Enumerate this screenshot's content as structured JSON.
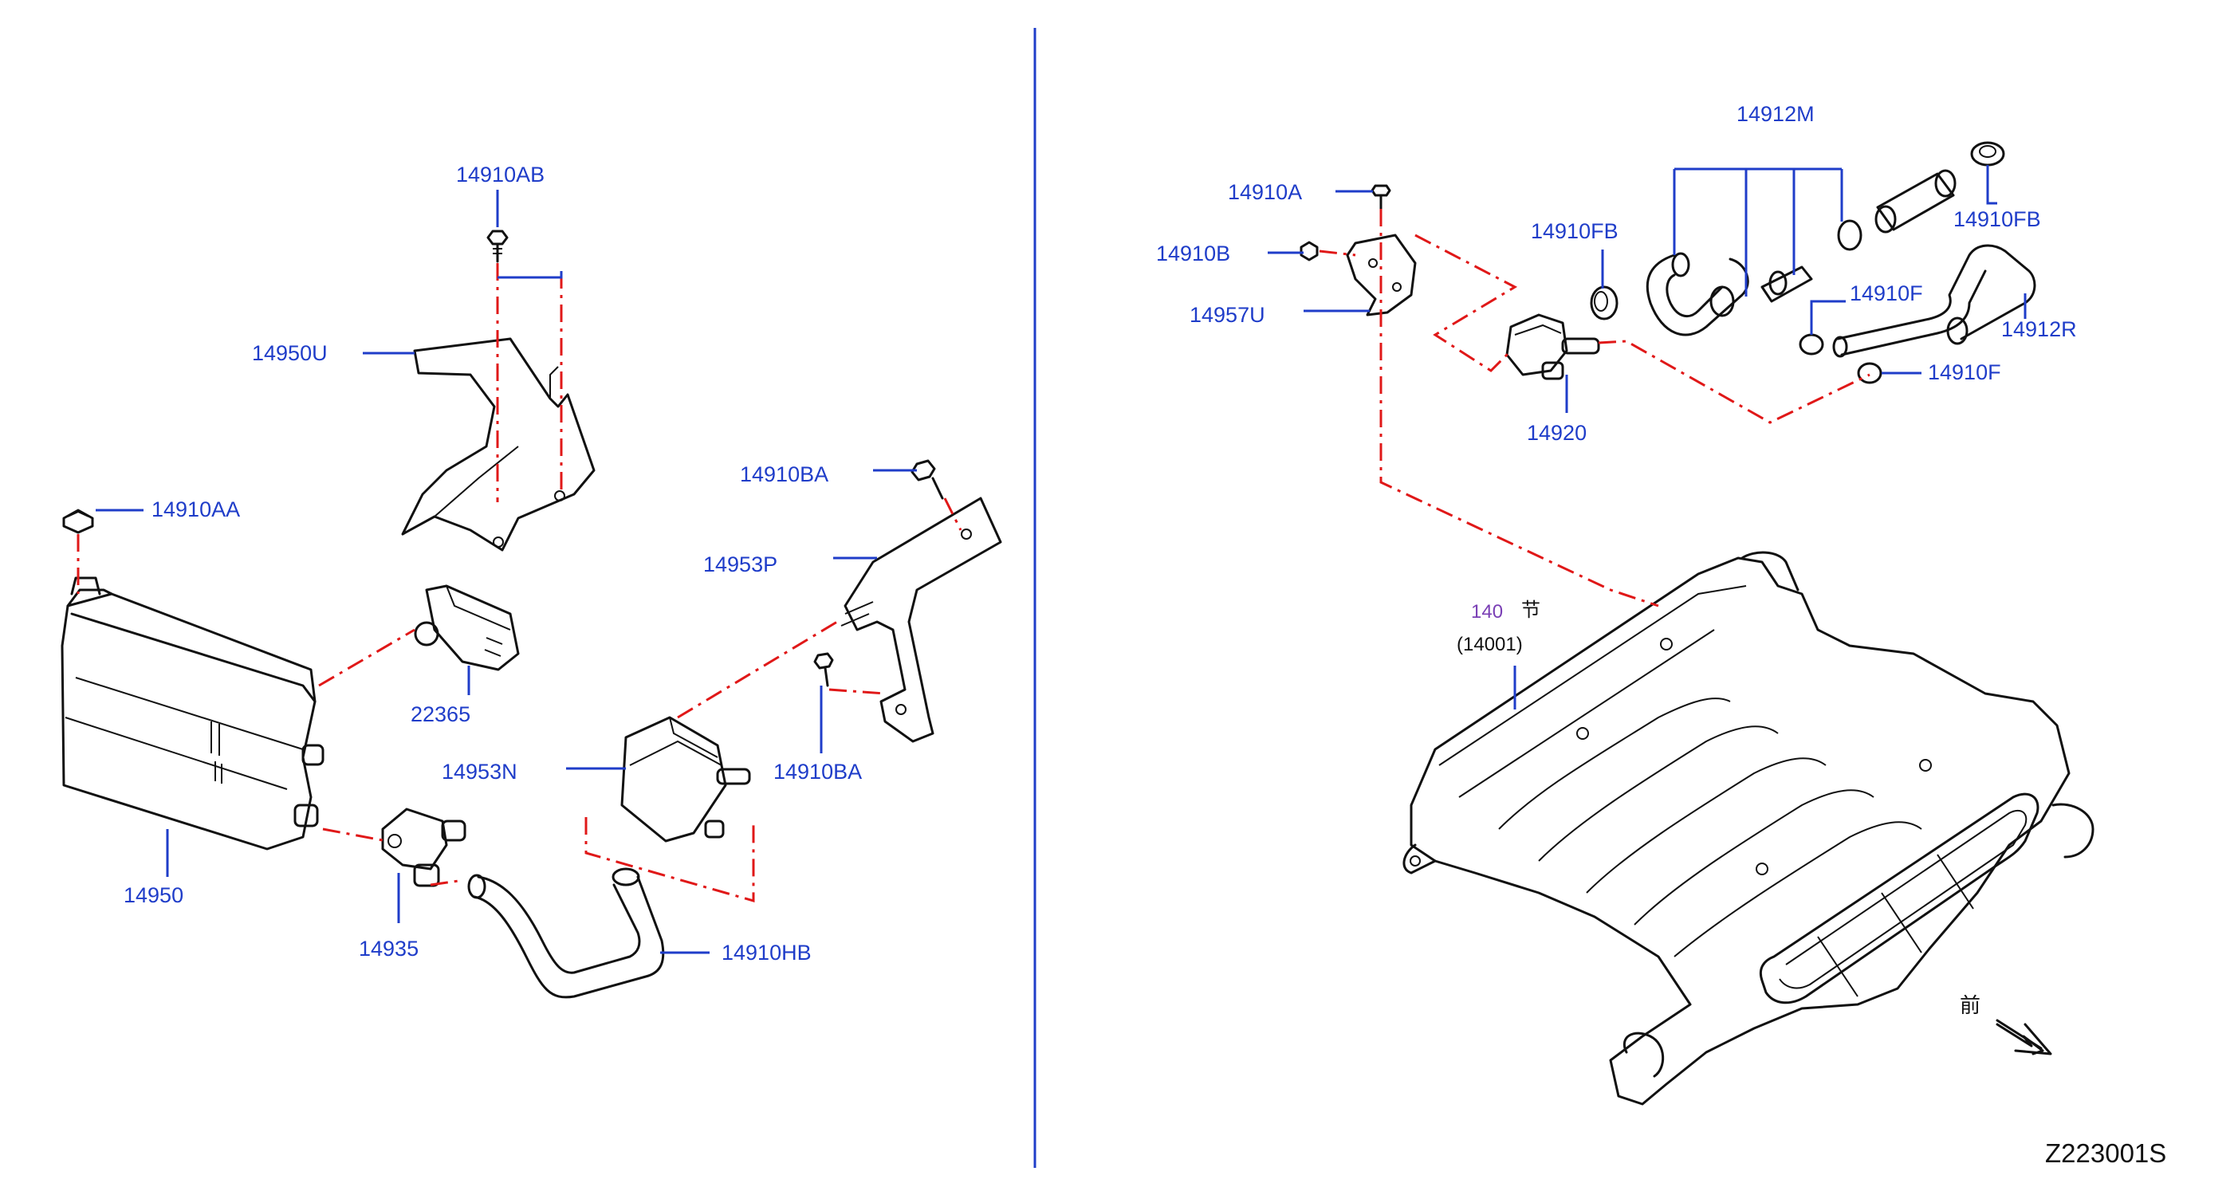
{
  "diagram": {
    "drawing_code": "Z223001S",
    "front_marker": "前",
    "section_ref": {
      "number": "140",
      "glyph": "节",
      "code": "(14001)"
    },
    "labels": {
      "p14910AB": "14910AB",
      "p14950U": "14950U",
      "p14910AA": "14910AA",
      "p22365": "22365",
      "p14950": "14950",
      "p14935": "14935",
      "p14910BA_top": "14910BA",
      "p14953P": "14953P",
      "p14910BA_bottom": "14910BA",
      "p14953N": "14953N",
      "p14910HB": "14910HB",
      "p14910A": "14910A",
      "p14910B": "14910B",
      "p14957U": "14957U",
      "p14910FB_left": "14910FB",
      "p14912M": "14912M",
      "p14910FB_right": "14910FB",
      "p14910F_top": "14910F",
      "p14912R": "14912R",
      "p14910F_bottom": "14910F",
      "p14920": "14920"
    },
    "colors": {
      "label": "#1f3dc9",
      "leader": "#1f3dc9",
      "connection": "#e01818",
      "outline": "#111111",
      "divider": "#1f3dc9",
      "section_number": "#7a3fb5"
    }
  }
}
